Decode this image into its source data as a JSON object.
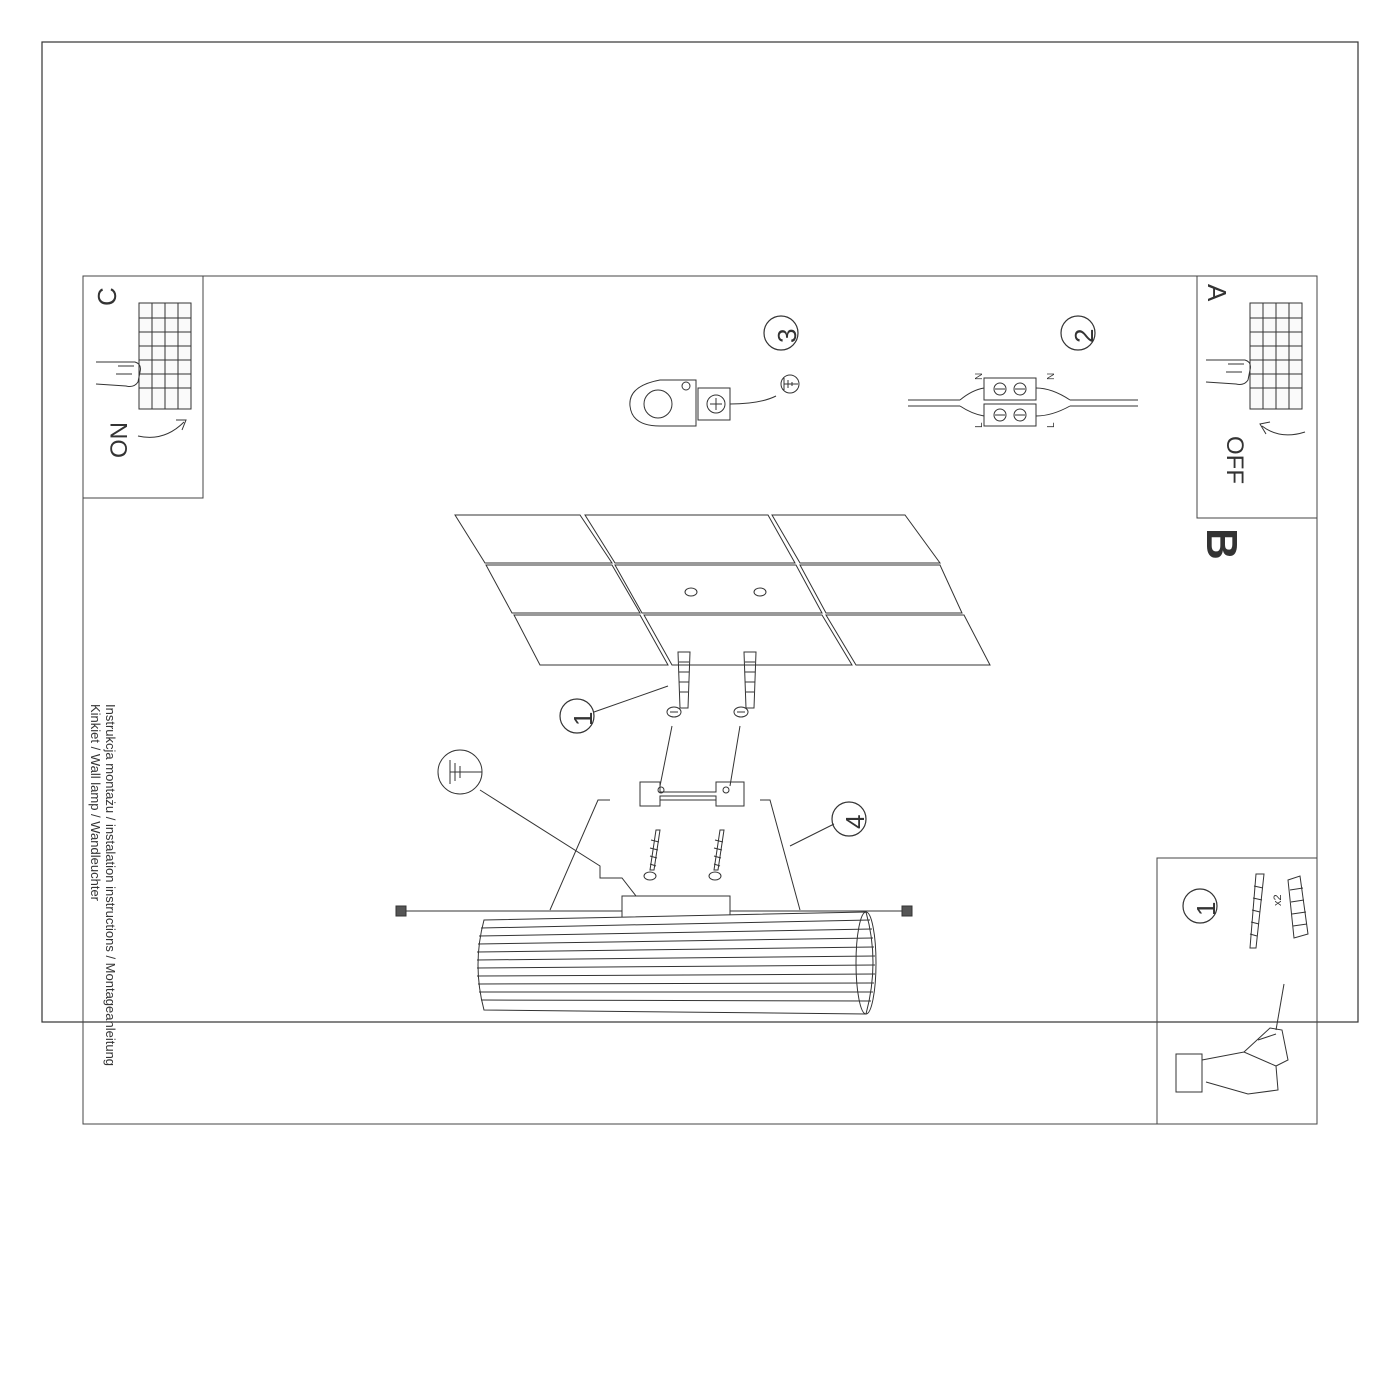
{
  "panels": {
    "A": {
      "letter": "A",
      "switch_label": "OFF"
    },
    "C": {
      "letter": "C",
      "switch_label": "ON"
    }
  },
  "main_section_letter": "B",
  "title_lines": [
    "Instrukcja montażu / instalation instructions / Montageanleitung",
    "Kinkiet / Wall lamp / Wandleuchter"
  ],
  "step_numbers": {
    "wiring": "2",
    "earth_terminal": "3",
    "anchors": "1",
    "fixing_screws": "4"
  },
  "kit_panel": {
    "step": "1",
    "anchor_quantity": "x2"
  },
  "wire_labels": {
    "neutral": "N",
    "live": "L"
  },
  "icons": [
    "breaker-box-icon",
    "hand-icon",
    "curved-arrow-icon",
    "earth-symbol-icon",
    "terminal-block-icon",
    "wall-plug-icon",
    "screw-icon",
    "mounting-bracket-icon",
    "drill-icon",
    "ceiling-tiles-icon",
    "lamp-tube-icon"
  ]
}
